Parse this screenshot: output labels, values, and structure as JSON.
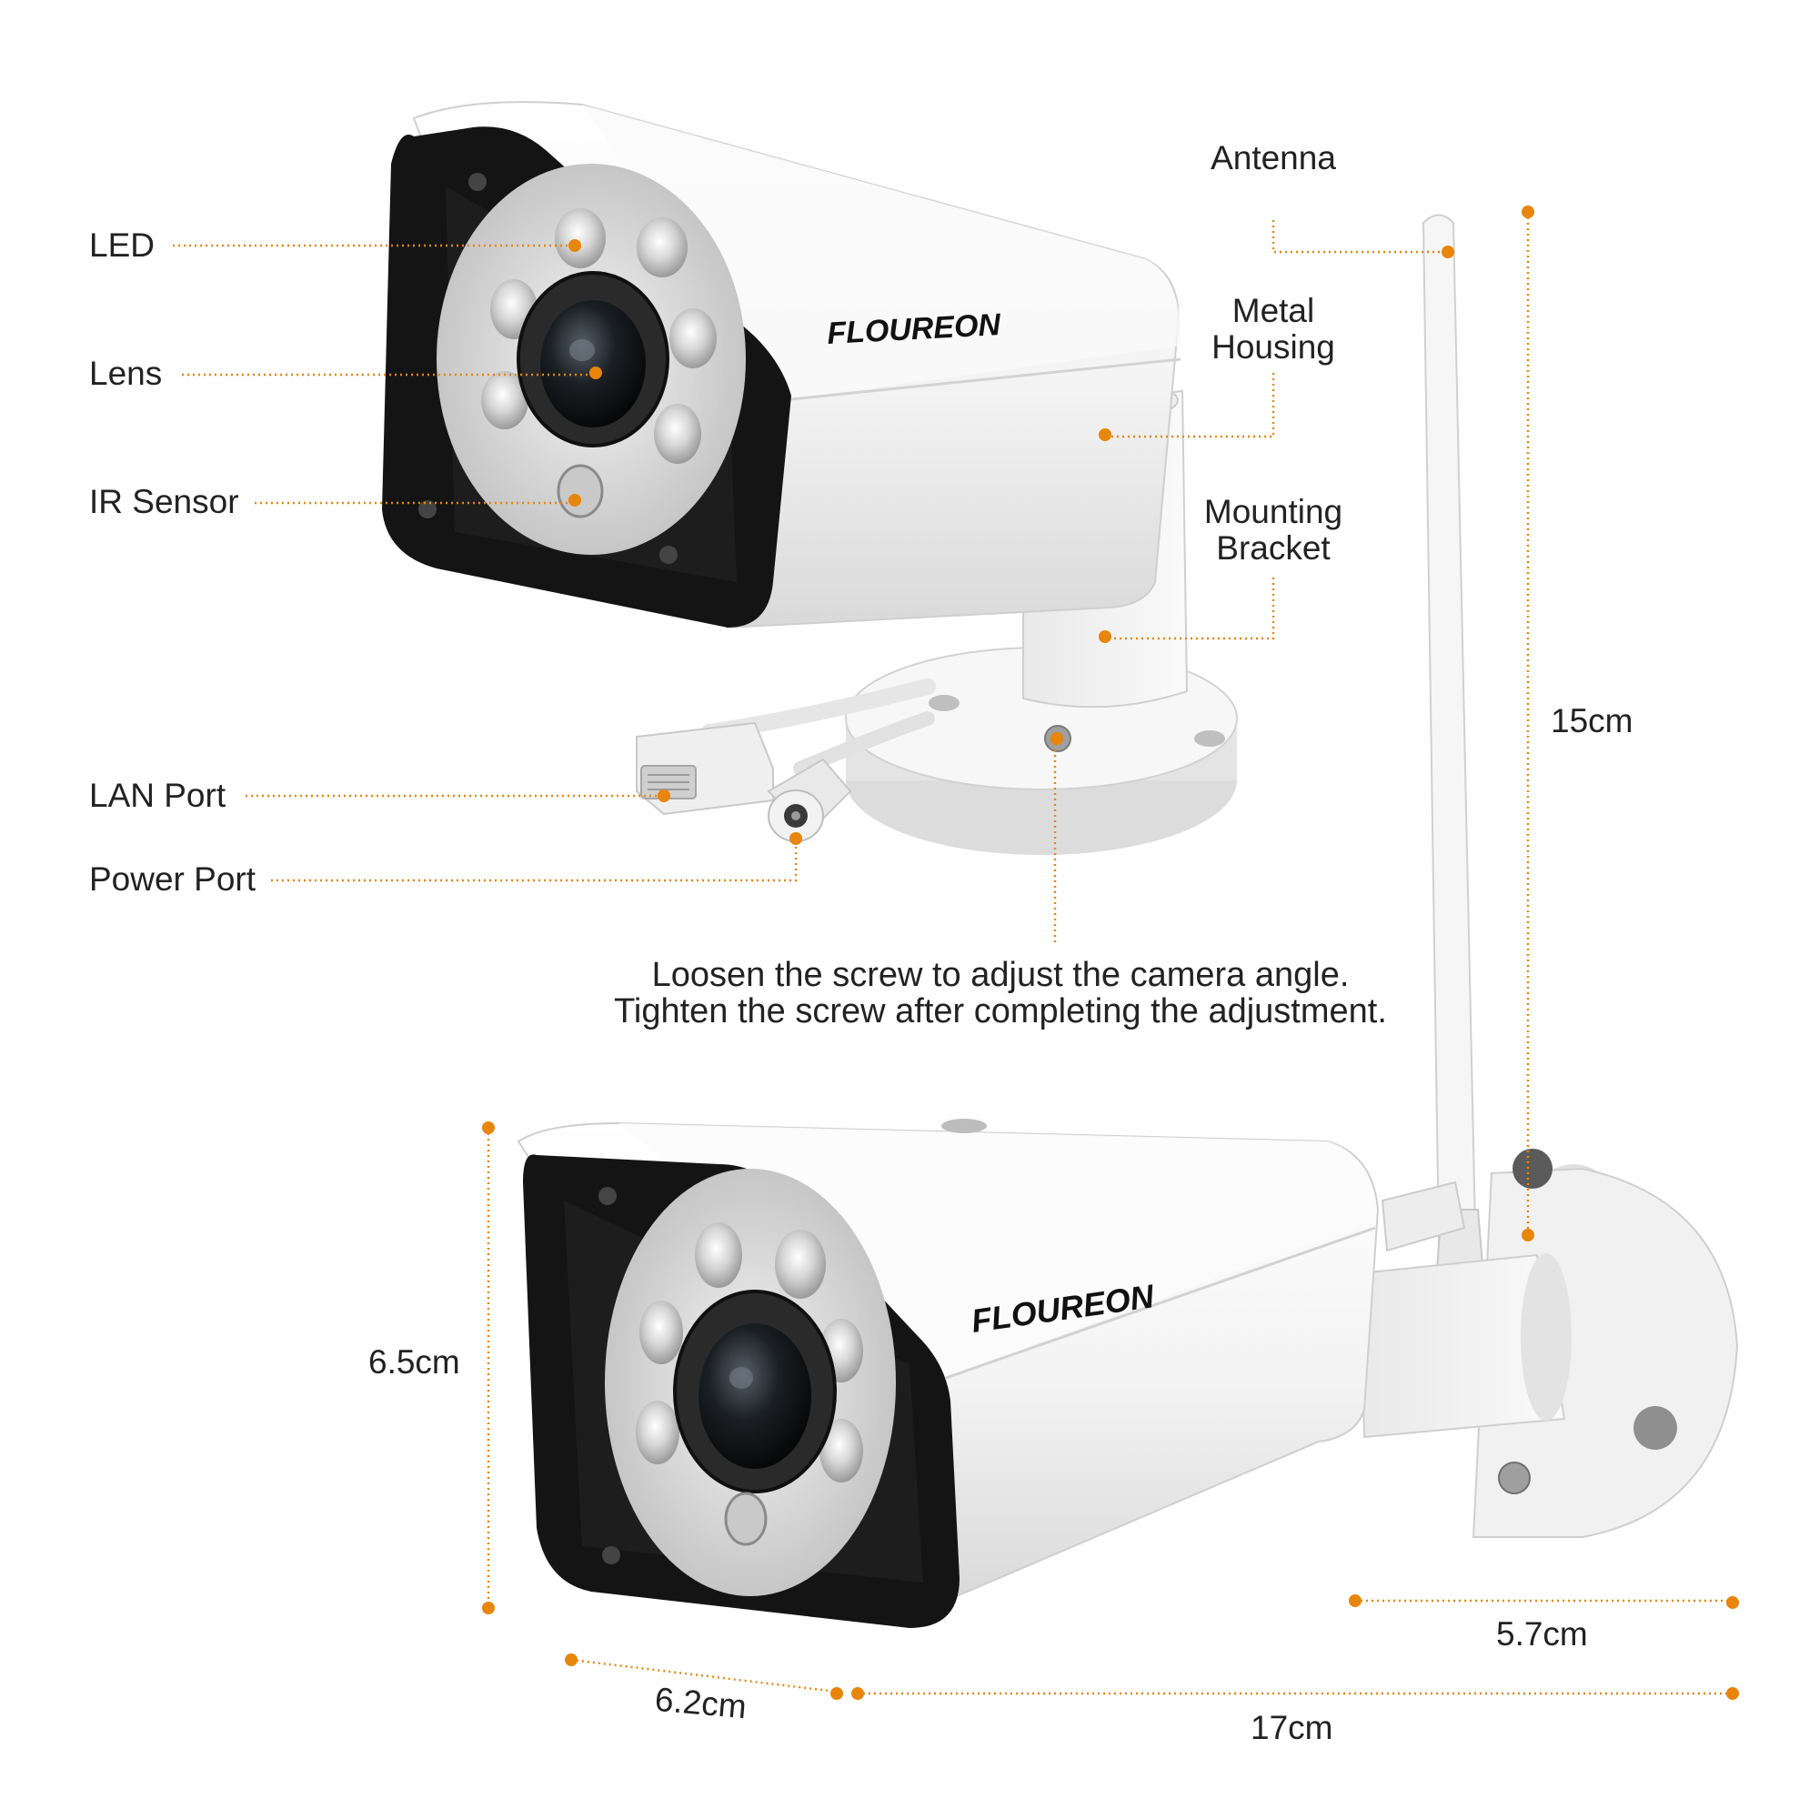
{
  "brand": {
    "name": "FLOUREON"
  },
  "colors": {
    "leader": "#e8850b",
    "text": "#222222",
    "housing": "#f2f2f2",
    "face": "#1a1a1a"
  },
  "labels": {
    "led": "LED",
    "lens": "Lens",
    "ir_sensor": "IR Sensor",
    "lan_port": "LAN Port",
    "power_port": "Power Port",
    "antenna": "Antenna",
    "metal_housing_1": "Metal",
    "metal_housing_2": "Housing",
    "mounting_bracket_1": "Mounting",
    "mounting_bracket_2": "Bracket"
  },
  "note": {
    "line1": "Loosen the screw to adjust the camera angle.",
    "line2": "Tighten the screw after completing the adjustment."
  },
  "dimensions": {
    "height_total": "15cm",
    "height_body": "6.5cm",
    "depth": "6.2cm",
    "length": "17cm",
    "base": "5.7cm"
  }
}
